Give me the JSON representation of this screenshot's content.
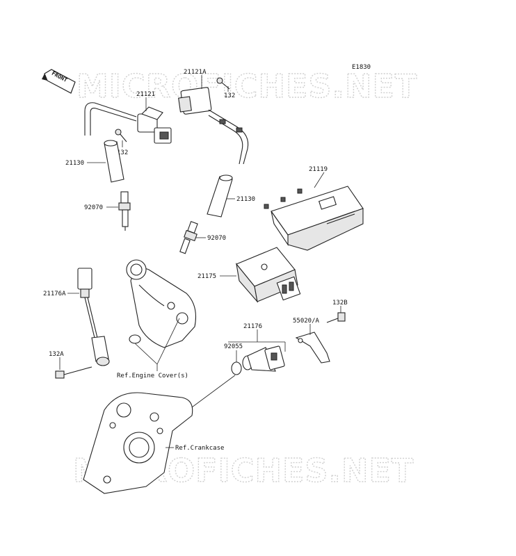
{
  "diagram_code": "E1830",
  "watermark": "MICROFICHES.NET",
  "front_label": "FRONT",
  "part_labels": {
    "p21121A": "21121A",
    "p21121": "21121",
    "p132_top": "132",
    "p132_mid": "132",
    "p21130_left": "21130",
    "p21130_right": "21130",
    "p92070_left": "92070",
    "p92070_right": "92070",
    "p21119": "21119",
    "p21175": "21175",
    "p21176A": "21176A",
    "p132A": "132A",
    "p132B": "132B",
    "p55020A": "55020/A",
    "p21176": "21176",
    "p92055": "92055"
  },
  "references": {
    "engine_cover": "Ref.Engine Cover(s)",
    "crankcase": "Ref.Crankcase"
  }
}
